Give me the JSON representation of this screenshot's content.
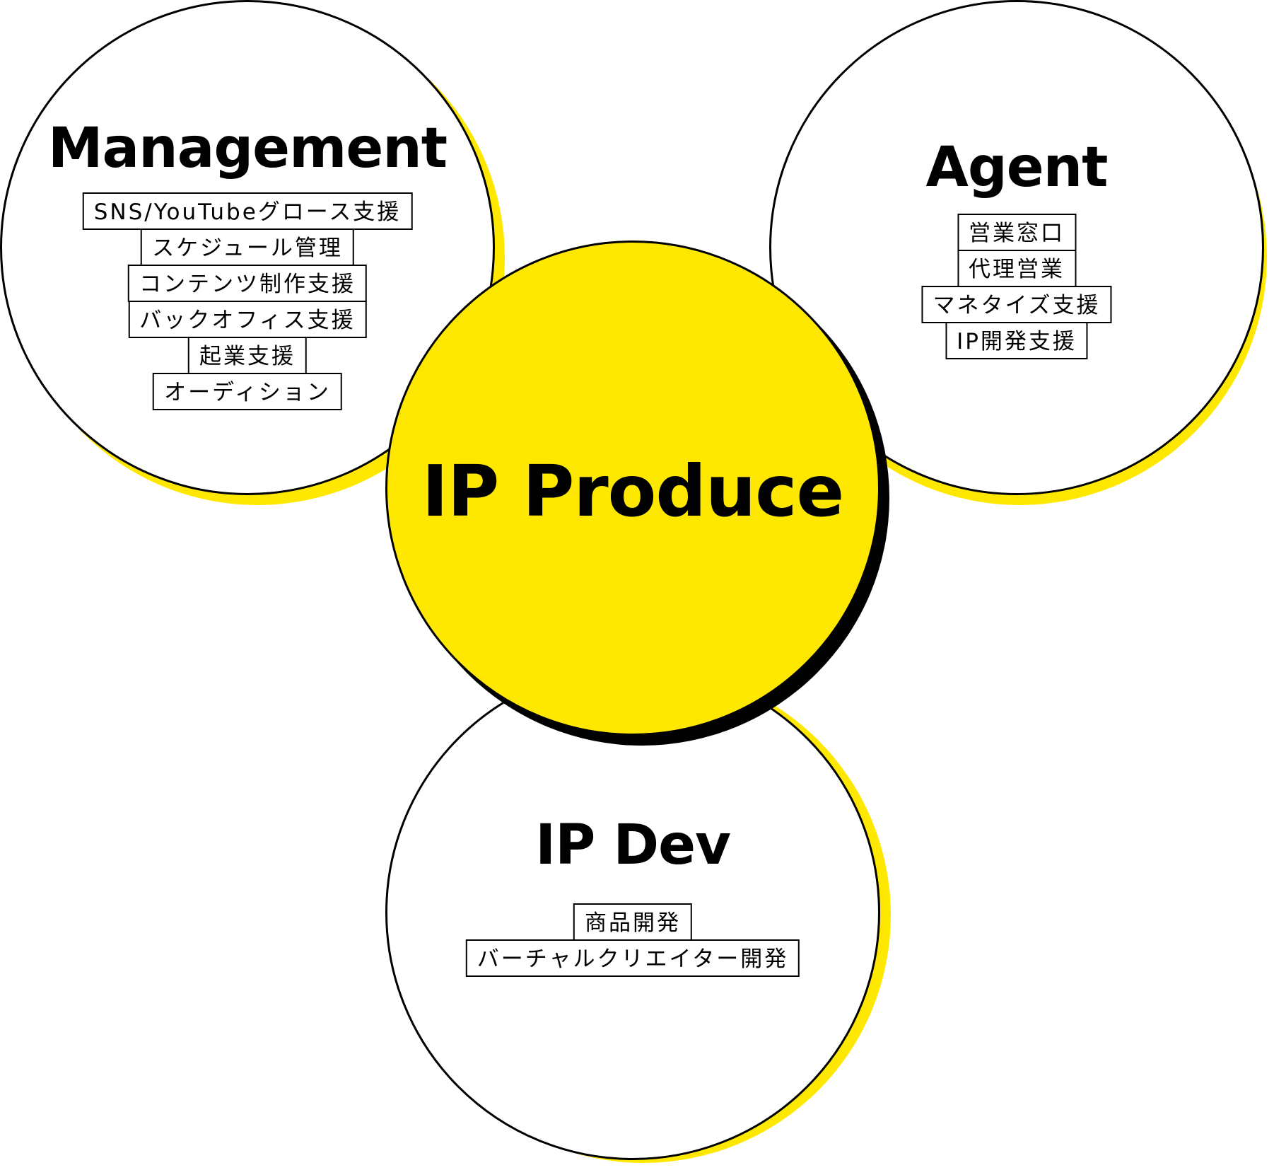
{
  "colors": {
    "accent": "#FFE800",
    "outline": "#000000",
    "background": "#FFFFFF"
  },
  "management": {
    "title": "Management",
    "items": [
      "SNS/YouTubeグロース支援",
      "スケジュール管理",
      "コンテンツ制作支援",
      "バックオフィス支援",
      "起業支援",
      "オーディション"
    ]
  },
  "agent": {
    "title": "Agent",
    "items": [
      "営業窓口",
      "代理営業",
      "マネタイズ支援",
      "IP開発支援"
    ]
  },
  "ipdev": {
    "title": "IP Dev",
    "items": [
      "商品開発",
      "バーチャルクリエイター開発"
    ]
  },
  "center": {
    "title": "IP Produce"
  }
}
